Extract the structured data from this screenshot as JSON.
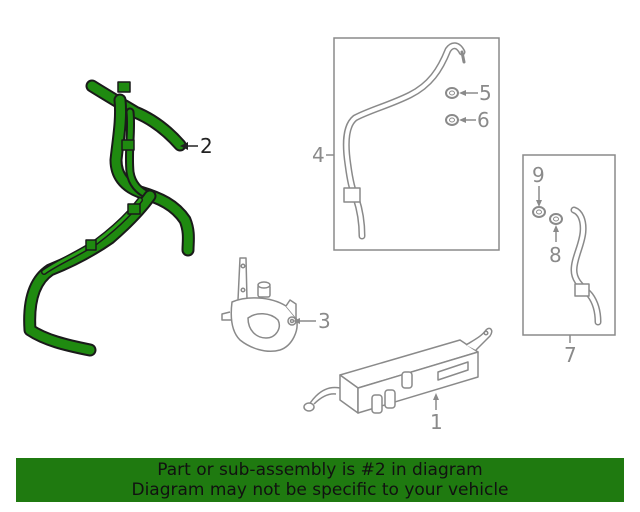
{
  "callouts": {
    "p1": "1",
    "p2": "2",
    "p3": "3",
    "p4": "4",
    "p5": "5",
    "p6": "6",
    "p7": "7",
    "p8": "8",
    "p9": "9"
  },
  "footer": {
    "line1": "Part or sub-assembly is #2 in diagram",
    "line2": "Diagram may not be specific to your vehicle"
  },
  "colors": {
    "highlight": "#1f7a10",
    "line": "#8a8a8a",
    "highlight_part": "2"
  }
}
